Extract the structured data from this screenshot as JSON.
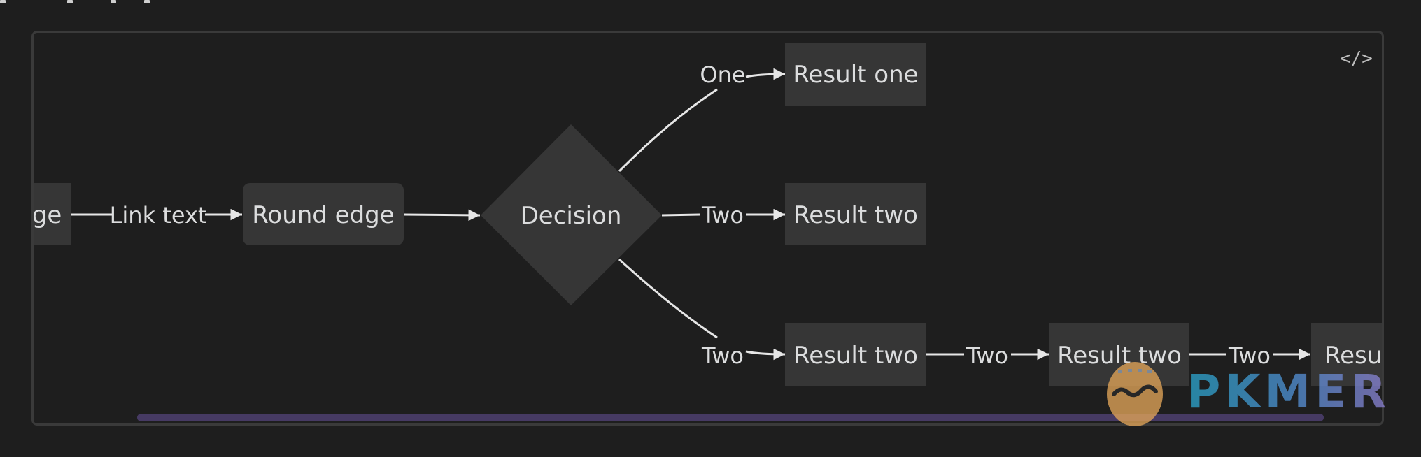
{
  "diagram": {
    "nodes": {
      "start": {
        "label": "ge"
      },
      "round": {
        "label": "Round edge"
      },
      "decision": {
        "label": "Decision"
      },
      "result_one": {
        "label": "Result one"
      },
      "result_two_mid": {
        "label": "Result two"
      },
      "result_two_bottom": {
        "label": "Result two"
      },
      "result_two_chain": {
        "label": "Result two"
      },
      "result_last": {
        "label": "Result"
      }
    },
    "edges": {
      "link_text": "Link text",
      "one": "One",
      "two_mid": "Two",
      "two_bottom": "Two",
      "two_chain_1": "Two",
      "two_chain_2": "Two"
    }
  },
  "toolbar": {
    "code_toggle_icon": "code-icon",
    "code_toggle_glyph": "</>"
  },
  "watermark": {
    "text": "PKMER",
    "logo_icon": "mascot-icon"
  },
  "colors": {
    "background": "#1e1e1e",
    "node_fill": "#363636",
    "edge": "#e6e6e6",
    "text": "#dcddde",
    "scrollbar": "#463a63"
  }
}
